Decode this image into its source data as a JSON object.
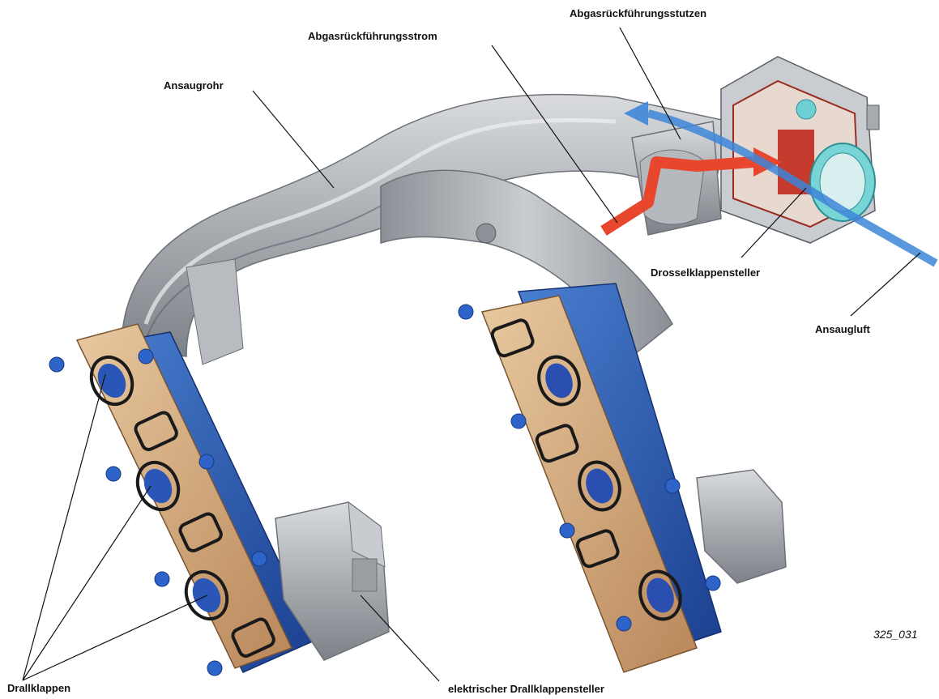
{
  "labels": {
    "ansaugrohr": "Ansaugrohr",
    "abgasstrom": "Abgasrückführungsstrom",
    "abgasstutzen": "Abgasrückführungsstutzen",
    "drossel": "Drosselklappensteller",
    "ansaugluft": "Ansaugluft",
    "drallklappen": "Drallklappen",
    "elektrisch": "elektrischer Drallklappensteller"
  },
  "figure_number": "325_031"
}
